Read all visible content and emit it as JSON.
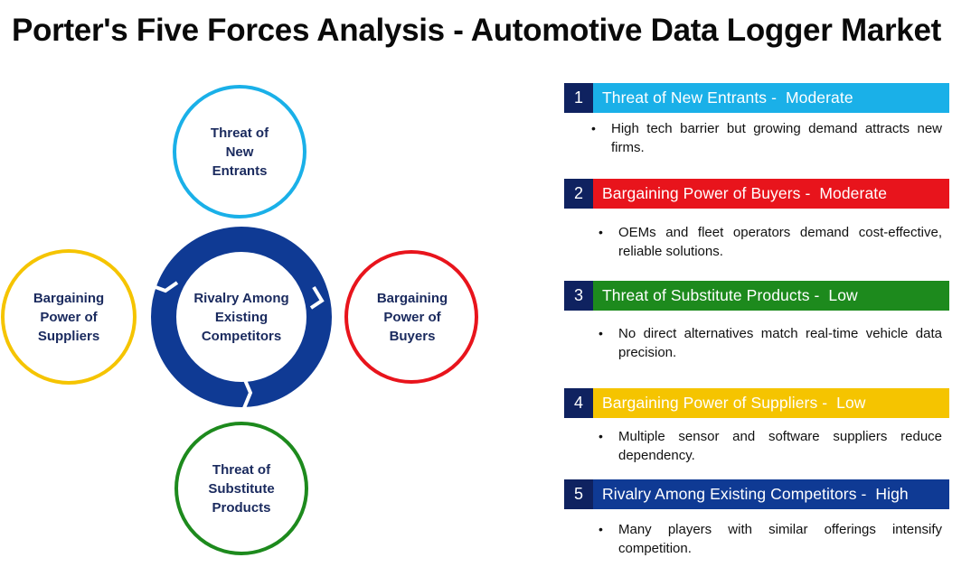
{
  "title": "Porter's Five Forces Analysis -  Automotive Data Logger Market",
  "diagram": {
    "center": {
      "label": "Rivalry Among\nExisting\nCompetitors",
      "color": "#0f3a94"
    },
    "top": {
      "label": "Threat of\nNew\nEntrants",
      "color": "#1ab0e8"
    },
    "left": {
      "label": "Bargaining\nPower of\nSuppliers",
      "color": "#f5c400"
    },
    "right": {
      "label": "Bargaining\nPower of\nBuyers",
      "color": "#e8141c"
    },
    "bottom": {
      "label": "Threat of\nSubstitute\nProducts",
      "color": "#1d8a1d"
    }
  },
  "forces": [
    {
      "number": "1",
      "title": "Threat of New Entrants -  Moderate",
      "color": "#1ab0e8",
      "title_color": "#ffffff",
      "description": "High tech barrier but growing demand attracts new firms."
    },
    {
      "number": "2",
      "title": "Bargaining Power of Buyers -  Moderate",
      "color": "#e8141c",
      "title_color": "#ffffff",
      "description": "OEMs and fleet operators demand cost-effective, reliable solutions."
    },
    {
      "number": "3",
      "title": "Threat of Substitute Products -  Low",
      "color": "#1d8a1d",
      "title_color": "#ffffff",
      "description": "No direct alternatives match real-time vehicle data precision."
    },
    {
      "number": "4",
      "title": "Bargaining Power of Suppliers -  Low",
      "color": "#f5c400",
      "title_color": "#ffffff",
      "description": "Multiple sensor and software suppliers reduce dependency."
    },
    {
      "number": "5",
      "title": "Rivalry Among Existing Competitors -  High",
      "color": "#0f3a94",
      "title_color": "#ffffff",
      "description": "Many players with similar offerings intensify competition."
    }
  ]
}
